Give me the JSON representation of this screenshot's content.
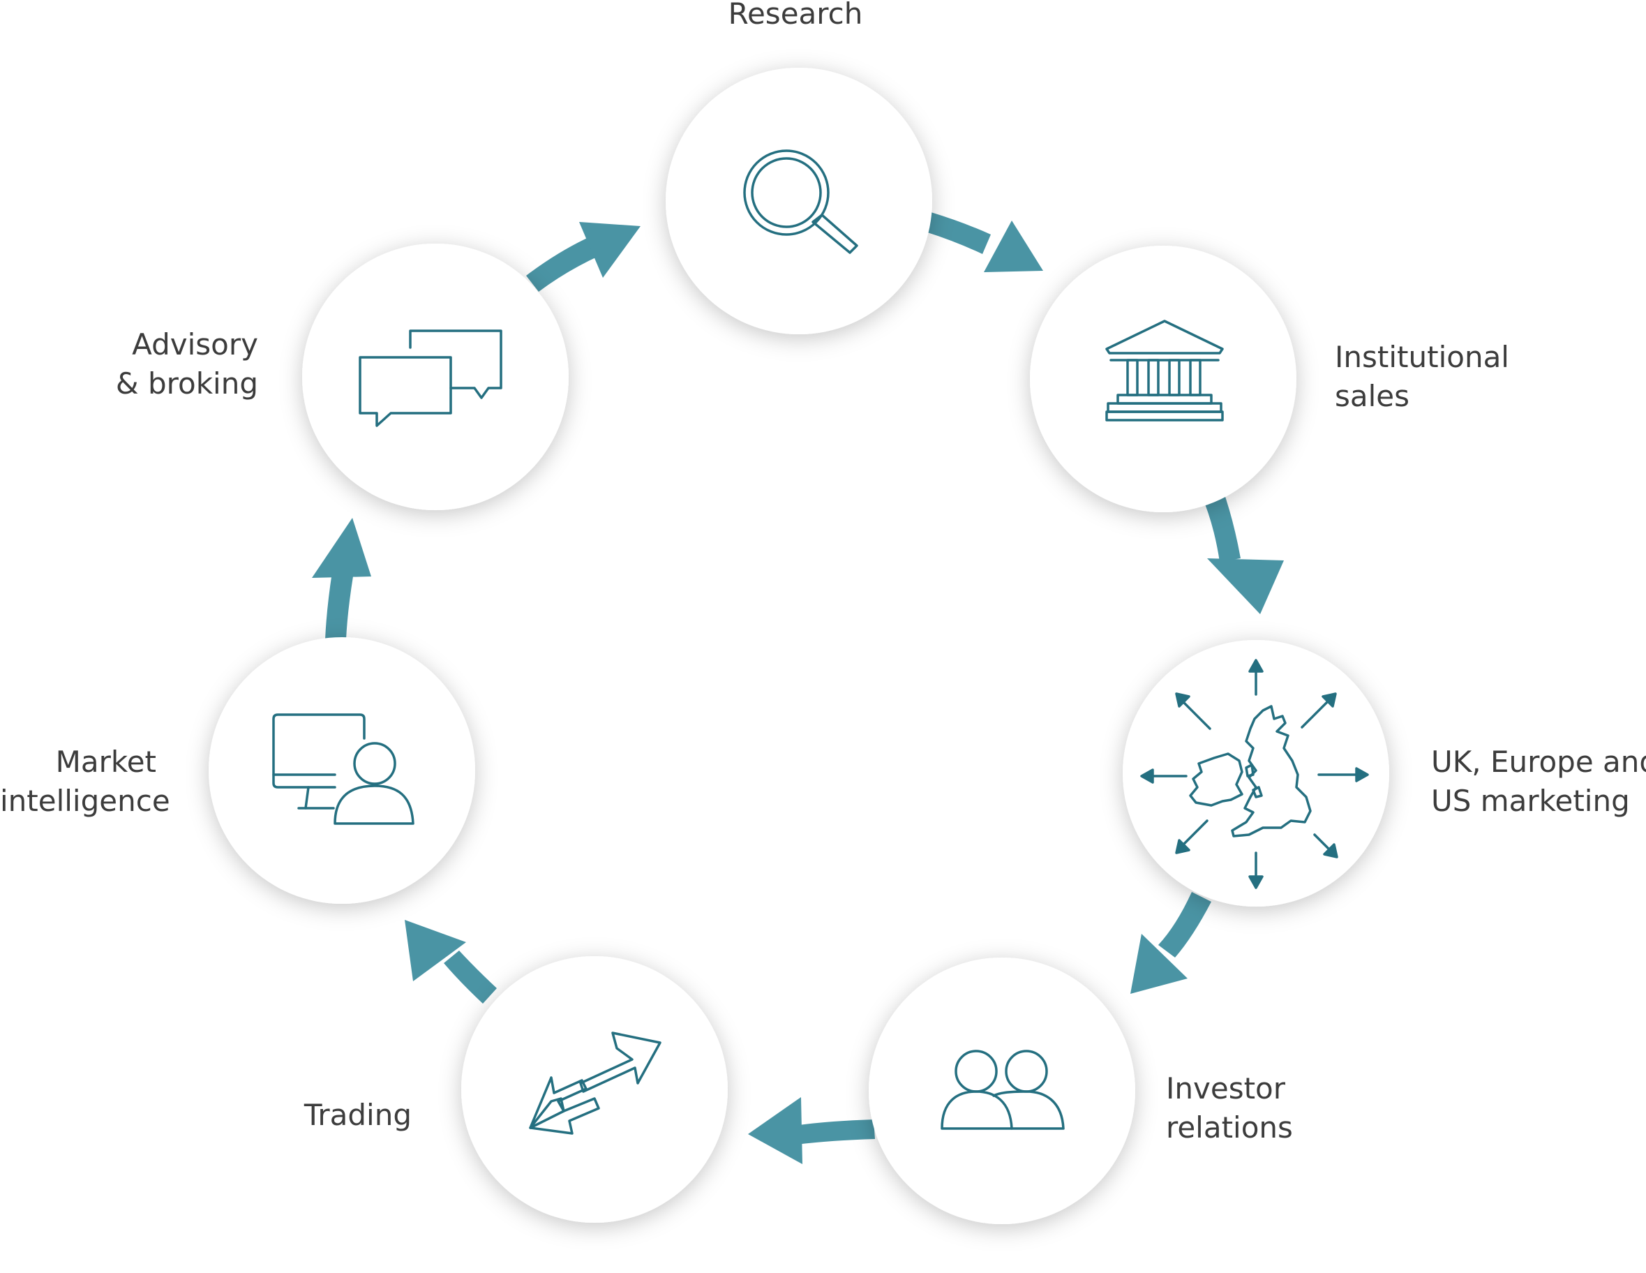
{
  "colors": {
    "accent": "#4a94a4",
    "icon": "#246f80",
    "text": "#3c3c3c",
    "circle": "#ffffff"
  },
  "nodes": [
    {
      "id": "research",
      "icon": "magnifier-icon",
      "label": [
        "Research"
      ]
    },
    {
      "id": "institutional-sales",
      "icon": "bank-building-icon",
      "label": [
        "Institutional",
        "sales"
      ]
    },
    {
      "id": "marketing",
      "icon": "uk-map-arrows-icon",
      "label": [
        "UK, Europe and",
        "US marketing"
      ]
    },
    {
      "id": "investor-relations",
      "icon": "two-people-icon",
      "label": [
        "Investor",
        "relations"
      ]
    },
    {
      "id": "trading",
      "icon": "two-way-arrow-icon",
      "label": [
        "Trading"
      ]
    },
    {
      "id": "market-intelligence",
      "icon": "monitor-person-icon",
      "label": [
        "Market",
        "intelligence"
      ]
    },
    {
      "id": "advisory-broking",
      "icon": "speech-bubbles-icon",
      "label": [
        "Advisory",
        "& broking"
      ]
    }
  ],
  "cycle_direction": "clockwise"
}
